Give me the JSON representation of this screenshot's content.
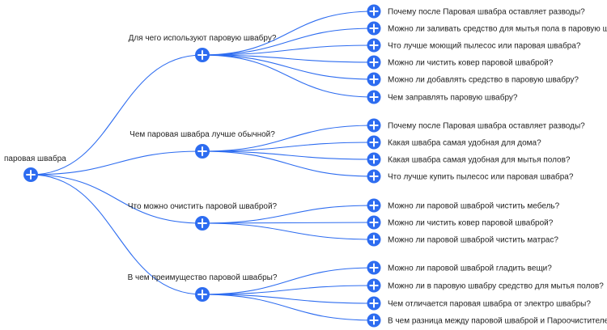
{
  "accent_color": "#2d6cf0",
  "node_icon": "plus-circle-icon",
  "root": {
    "label": "паровая швабра"
  },
  "branches": [
    {
      "label": "Для чего используют паровую швабру?",
      "children": [
        "Почему после Паровая швабра оставляет разводы?",
        "Можно ли заливать средство для мытья пола в паровую швабру?",
        "Что лучше моющий пылесос или паровая швабра?",
        "Можно ли чистить ковер паровой шваброй?",
        "Можно ли добавлять средство в паровую швабру?",
        "Чем заправлять паровую швабру?"
      ]
    },
    {
      "label": "Чем паровая швабра лучше обычной?",
      "children": [
        "Почему после Паровая швабра оставляет разводы?",
        "Какая швабра самая удобная для дома?",
        "Какая швабра самая удобная для мытья полов?",
        "Что лучше купить пылесос или паровая швабра?"
      ]
    },
    {
      "label": "Что можно очистить паровой шваброй?",
      "children": [
        "Можно ли паровой шваброй чистить мебель?",
        "Можно ли чистить ковер паровой шваброй?",
        "Можно ли паровой шваброй чистить матрас?"
      ]
    },
    {
      "label": "В чем преимущество паровой швабры?",
      "children": [
        "Можно ли паровой шваброй гладить вещи?",
        "Можно ли в паровую швабру средство для мытья полов?",
        "Чем отличается паровая швабра от электро швабры?",
        "В чем разница между паровой шваброй и Пароочистителем?"
      ]
    }
  ]
}
